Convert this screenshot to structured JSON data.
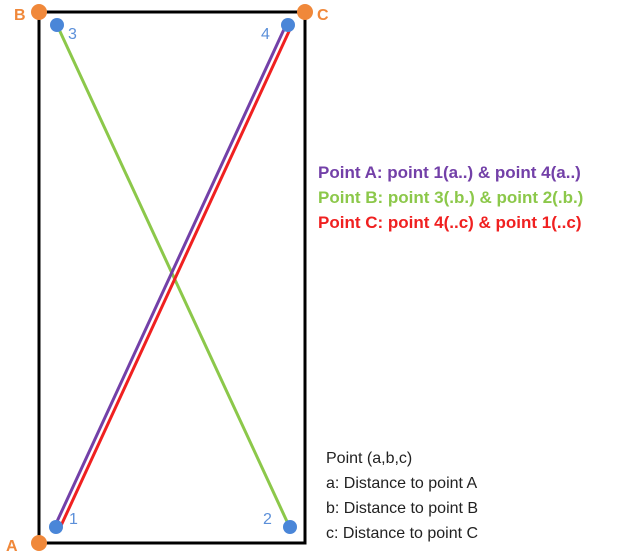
{
  "colors": {
    "frame": "#000000",
    "corner_marker": "#f0883a",
    "point_marker": "#4a86d8",
    "point_label": "#5b8fd9",
    "purple": "#7340a8",
    "green": "#8cc84a",
    "red": "#f02020"
  },
  "corners": {
    "A": "A",
    "B": "B",
    "C": "C"
  },
  "points": {
    "p1": "1",
    "p2": "2",
    "p3": "3",
    "p4": "4"
  },
  "legend": [
    "Point A: point 1(a..) & point 4(a..)",
    "Point B: point 3(.b.) & point 2(.b.)",
    "Point C: point 4(..c) & point 1(..c)"
  ],
  "notes": [
    "Point (a,b,c)",
    "a: Distance to point A",
    "b: Distance to point B",
    "c: Distance to point C"
  ]
}
